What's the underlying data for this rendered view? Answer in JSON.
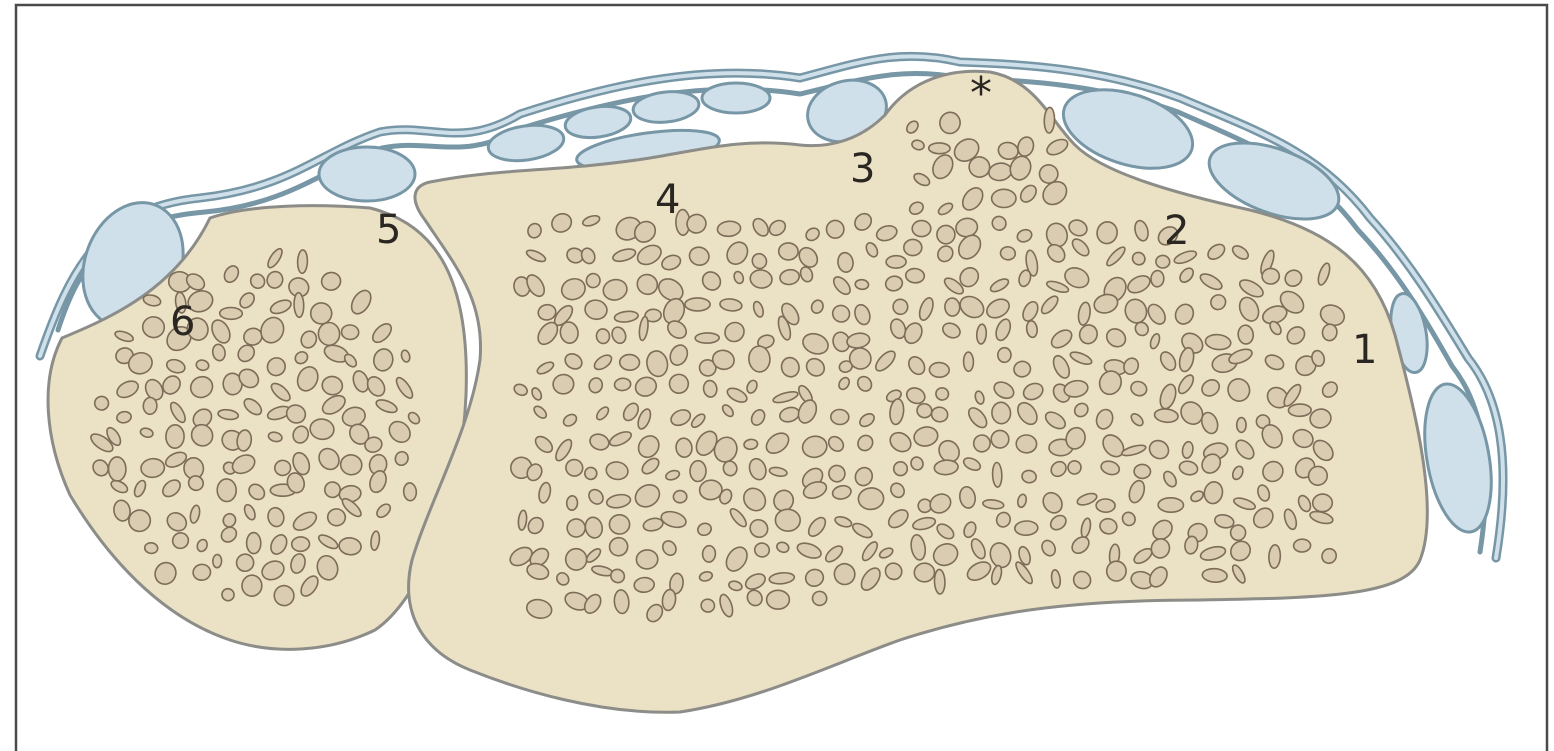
{
  "figure": {
    "labels": [
      {
        "id": "1",
        "text": "1"
      },
      {
        "id": "2",
        "text": "2"
      },
      {
        "id": "3",
        "text": "3"
      },
      {
        "id": "4",
        "text": "4"
      },
      {
        "id": "5",
        "text": "5"
      },
      {
        "id": "6",
        "text": "6"
      },
      {
        "id": "star",
        "text": "*"
      }
    ],
    "colors": {
      "bone_fill": "#ebe1c5",
      "bone_outline": "#8c8c88",
      "cell_fill": "#d9ccb1",
      "cell_outline": "#7d6c58",
      "nerve_fill": "#cfe0ea",
      "nerve_outline": "#7797a6",
      "frame": "#4a4a4a"
    }
  }
}
